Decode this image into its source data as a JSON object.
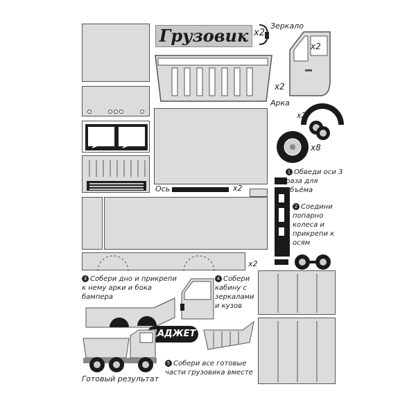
{
  "title": "Грузовик",
  "labels": {
    "mirror": "Зеркало",
    "arch": "Арка",
    "axle": "Ось",
    "count_x2": "x2",
    "count_x8": "x8",
    "result": "Готовый результат"
  },
  "steps": [
    {
      "num": "1",
      "text": "Обведи оси 3 раза для объёма"
    },
    {
      "num": "2",
      "text": "Соедини попарно колеса и прикрепи к осям"
    },
    {
      "num": "3",
      "text": "Собери дно и прикрепи к нему арки и бока бампера"
    },
    {
      "num": "4",
      "text": "Собери кабину с зеркалами и кузов"
    },
    {
      "num": "5",
      "text": "Собери все готовые части грузовика вместе"
    }
  ],
  "brand": {
    "logo_text": "ДАДЖЕТ"
  },
  "colors": {
    "part_fill": "#dcdcdc",
    "outline": "#555555",
    "dark": "#1a1a1a"
  }
}
